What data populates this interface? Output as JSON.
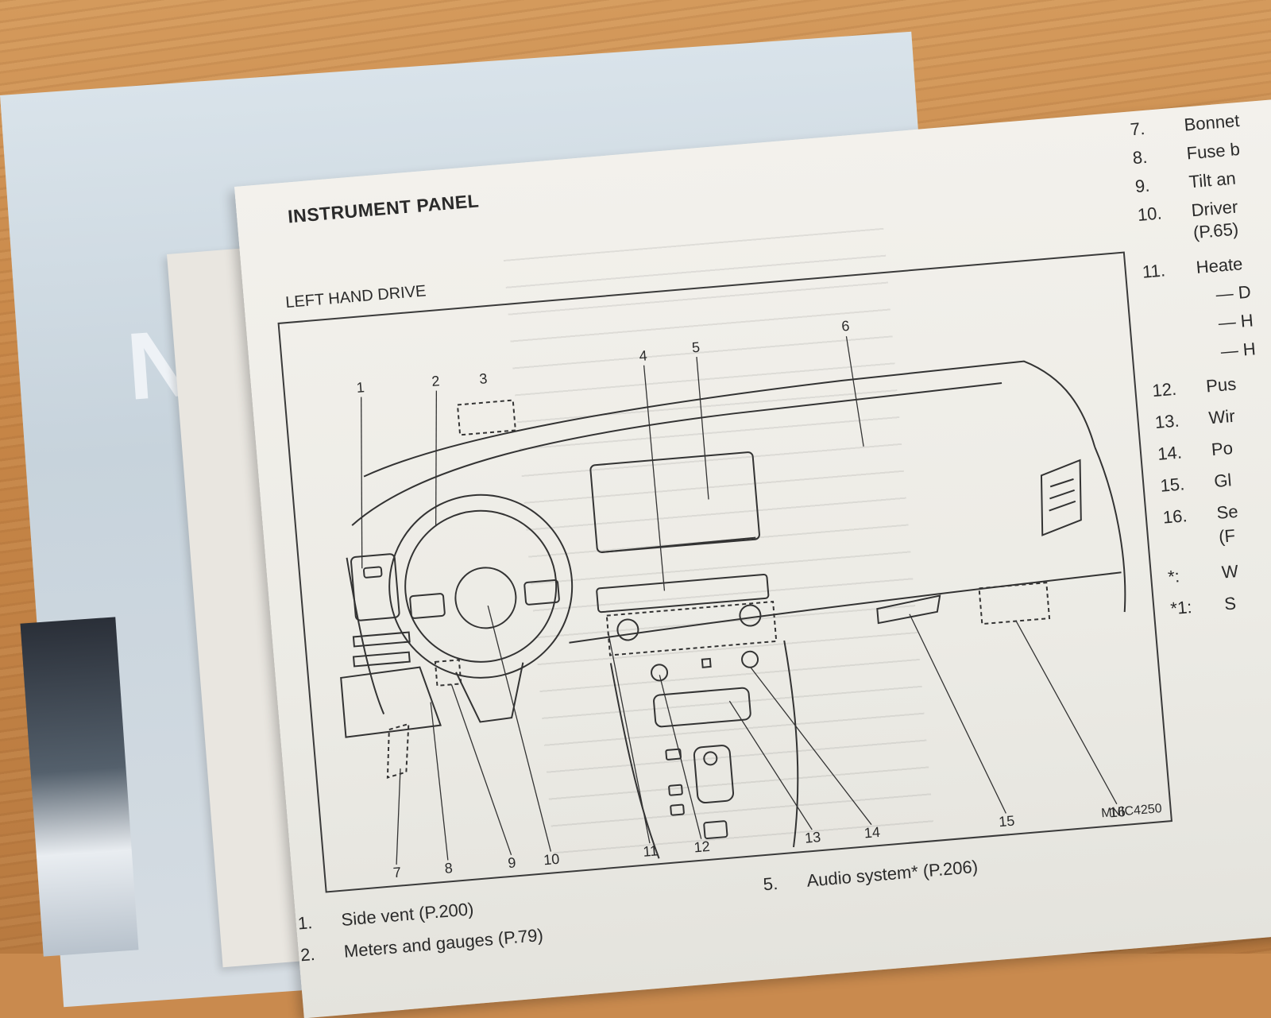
{
  "page": {
    "title": "INSTRUMENT PANEL",
    "subtitle": "LEFT HAND DRIVE",
    "figure_code": "MNIC4250"
  },
  "callouts": [
    "1",
    "2",
    "3",
    "4",
    "5",
    "6",
    "7",
    "8",
    "9",
    "10",
    "11",
    "12",
    "13",
    "14",
    "15",
    "16"
  ],
  "legend_bottom": [
    {
      "num": "1.",
      "text": "Side vent (P.200)"
    },
    {
      "num": "2.",
      "text": "Meters and gauges (P.79)"
    },
    {
      "num": "5.",
      "text": "Audio system* (P.206)"
    }
  ],
  "legend_right": [
    {
      "num": "7.",
      "text": "Bonnet"
    },
    {
      "num": "8.",
      "text": "Fuse b"
    },
    {
      "num": "9.",
      "text": "Tilt an"
    },
    {
      "num": "10.",
      "text": "Driver"
    },
    {
      "num": "",
      "text": "(P.65)"
    },
    {
      "num": "11.",
      "text": "Heate"
    },
    {
      "num": "",
      "text": "— D"
    },
    {
      "num": "",
      "text": "— H"
    },
    {
      "num": "",
      "text": "— H"
    },
    {
      "num": "12.",
      "text": "Pus"
    },
    {
      "num": "13.",
      "text": "Wir"
    },
    {
      "num": "14.",
      "text": "Po"
    },
    {
      "num": "15.",
      "text": "Gl"
    },
    {
      "num": "16.",
      "text": "Se"
    },
    {
      "num": "",
      "text": "(F"
    },
    {
      "num": "*:",
      "text": "W"
    },
    {
      "num": "*1:",
      "text": "S"
    }
  ],
  "colors": {
    "paper": "#f3f1ec",
    "ink": "#2a2a2a",
    "desk": "#c98a4e"
  }
}
